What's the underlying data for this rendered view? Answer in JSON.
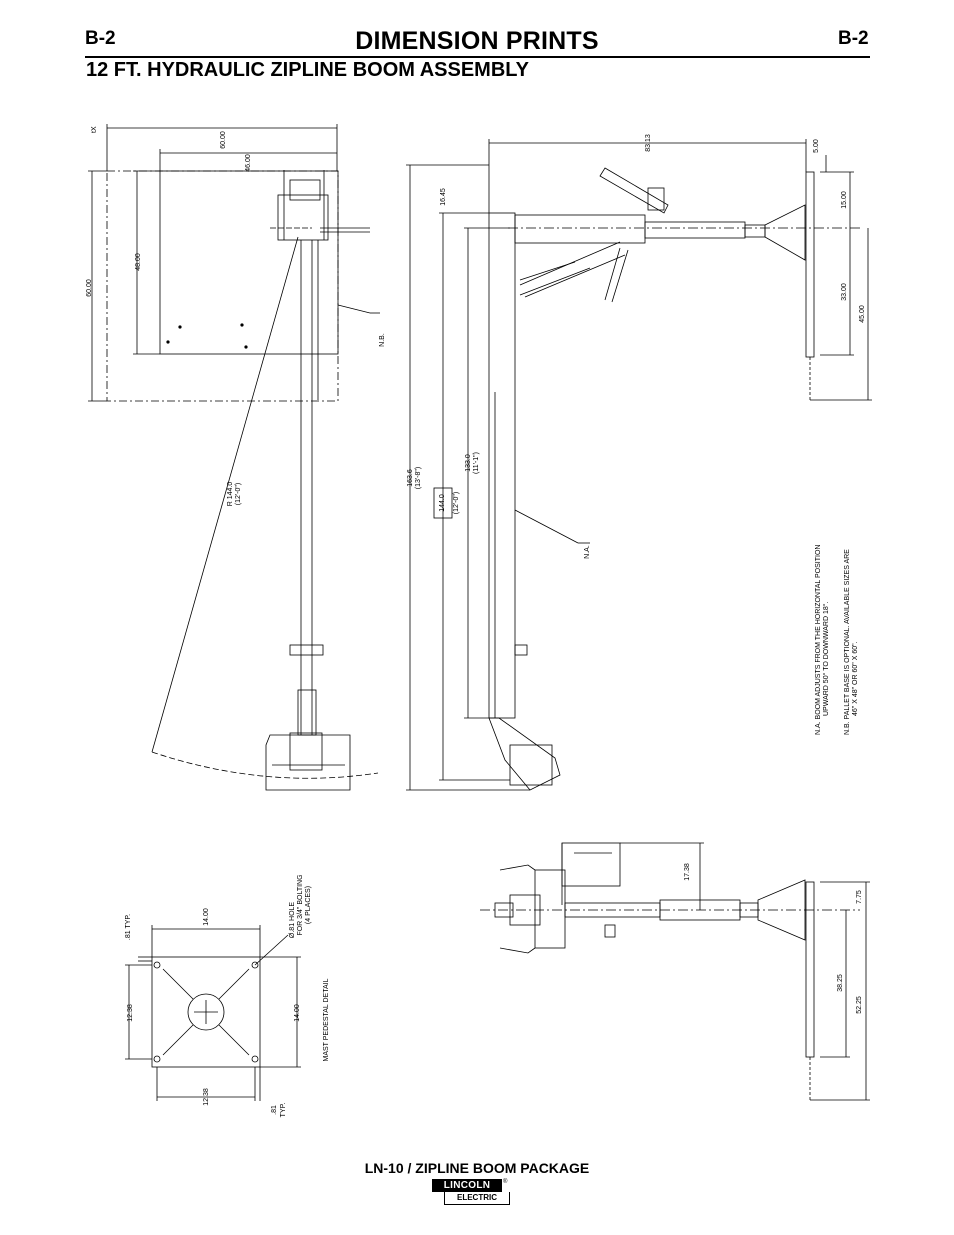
{
  "header": {
    "page_left": "B-2",
    "page_right": "B-2",
    "title": "DIMENSION PRINTS",
    "subtitle": "12 FT. HYDRAULIC ZIPLINE BOOM ASSEMBLY"
  },
  "plan_view": {
    "dim_top_width": "60.00",
    "dim_inner_width": "46.00",
    "dim_side_height": "60.00",
    "dim_inner_height": "48.00",
    "note_ref": "N.B.",
    "radius_label": "R 144.0",
    "radius_ft": "(12'-0\")",
    "corner_mark": "tX"
  },
  "side_view": {
    "dim_reach": "83.13",
    "dim_mast_top": "16.45",
    "dim_overall_height": "163.6",
    "dim_overall_height_ft": "(13'-8\")",
    "dim_mast_height": "133.0",
    "dim_mast_height_ft": "(11'-1\")",
    "dim_boxed": "144.0",
    "dim_boxed_ft": "(12'-0\")",
    "note_ref": "N.A.",
    "dim_reel_offset": "5.00",
    "dim_reel_a": "15.00",
    "dim_reel_b": "33.00",
    "dim_reel_c": "45.00"
  },
  "notes": {
    "na_line1": "N.A.   BOOM ADJUSTS FROM THE HORIZONTAL POSITION",
    "na_line2": "UPWARD 50° TO DOWNWARD 18°.",
    "nb_line1": "N.B.   PALLET BASE IS OPTIONAL.  AVAILABLE SIZES ARE",
    "nb_line2": "46\" X 48\" OR 60\" X 60\"."
  },
  "pedestal_detail": {
    "dim_top": "14.00",
    "dim_typ": ".81 TYP.",
    "dim_left": "12.38",
    "dim_right": "14.00",
    "dim_bottom": "12.38",
    "dim_bottom_typ": ".81",
    "dim_bottom_typ2": "TYP.",
    "hole_line1": "Ø.81 HOLE",
    "hole_line2": "FOR 3/4\" BOLTING",
    "hole_line3": "(4 PLACES)",
    "caption": "MAST PEDESTAL DETAIL"
  },
  "top_view": {
    "dim_height": "17.38",
    "dim_reel_offset": "7.75",
    "dim_reel_a": "38.25",
    "dim_reel_b": "52.25"
  },
  "footer": {
    "product": "LN-10 / ZIPLINE BOOM PACKAGE",
    "logo_top": "LINCOLN",
    "logo_bottom": "ELECTRIC",
    "logo_reg": "®"
  }
}
